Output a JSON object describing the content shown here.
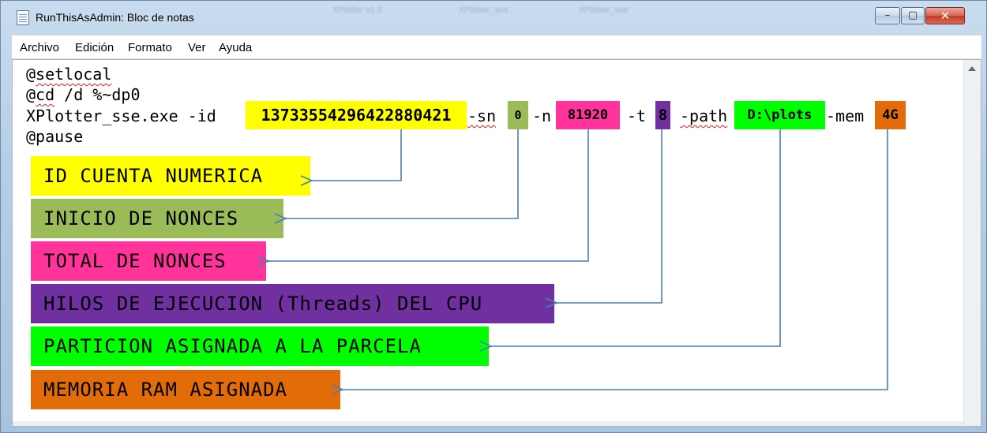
{
  "window": {
    "title": "RunThisAsAdmin: Bloc de notas",
    "ghost_tabs": [
      "XPlotter v1.0",
      "XPlotter_avx",
      "XPlotter_sse"
    ],
    "minimize_glyph": "–",
    "maximize_glyph": "▢",
    "close_glyph": "✕"
  },
  "menu": {
    "items": [
      "Archivo",
      "Edición",
      "Formato",
      "Ver",
      "Ayuda"
    ]
  },
  "code": {
    "line1_at": "@",
    "line1_cmd": "setlocal",
    "line2_at": "@",
    "line2_cmd": "cd",
    "line2_rest": " /d %~dp0",
    "line3_exe": "XPlotter_sse.exe -id ",
    "line3_sn": "-sn",
    "line3_n": "-n",
    "line3_t": "-t",
    "line3_path": "-path",
    "line3_mem": "-mem",
    "line4": "@pause"
  },
  "params": {
    "id": "13733554296422880421",
    "sn": "0",
    "n": "81920",
    "t": "8",
    "path": "D:\\plots",
    "mem": "4G"
  },
  "labels": {
    "id": "ID CUENTA NUMERICA",
    "sn": "INICIO DE NONCES",
    "n": "TOTAL DE NONCES",
    "t": "HILOS DE EJECUCION (Threads) DEL CPU",
    "path": "PARTICION ASIGNADA A LA PARCELA",
    "mem": "MEMORIA RAM ASIGNADA"
  },
  "colors": {
    "yellow": "#ffff00",
    "olive": "#9bbb59",
    "pink": "#ff3399",
    "purple": "#7030a0",
    "green": "#00ff00",
    "orange": "#e36c09",
    "arrow": "#4a7eb5"
  },
  "icons": [
    "notepad-icon",
    "minimize-icon",
    "maximize-icon",
    "close-icon",
    "scroll-up-arrow-icon"
  ]
}
